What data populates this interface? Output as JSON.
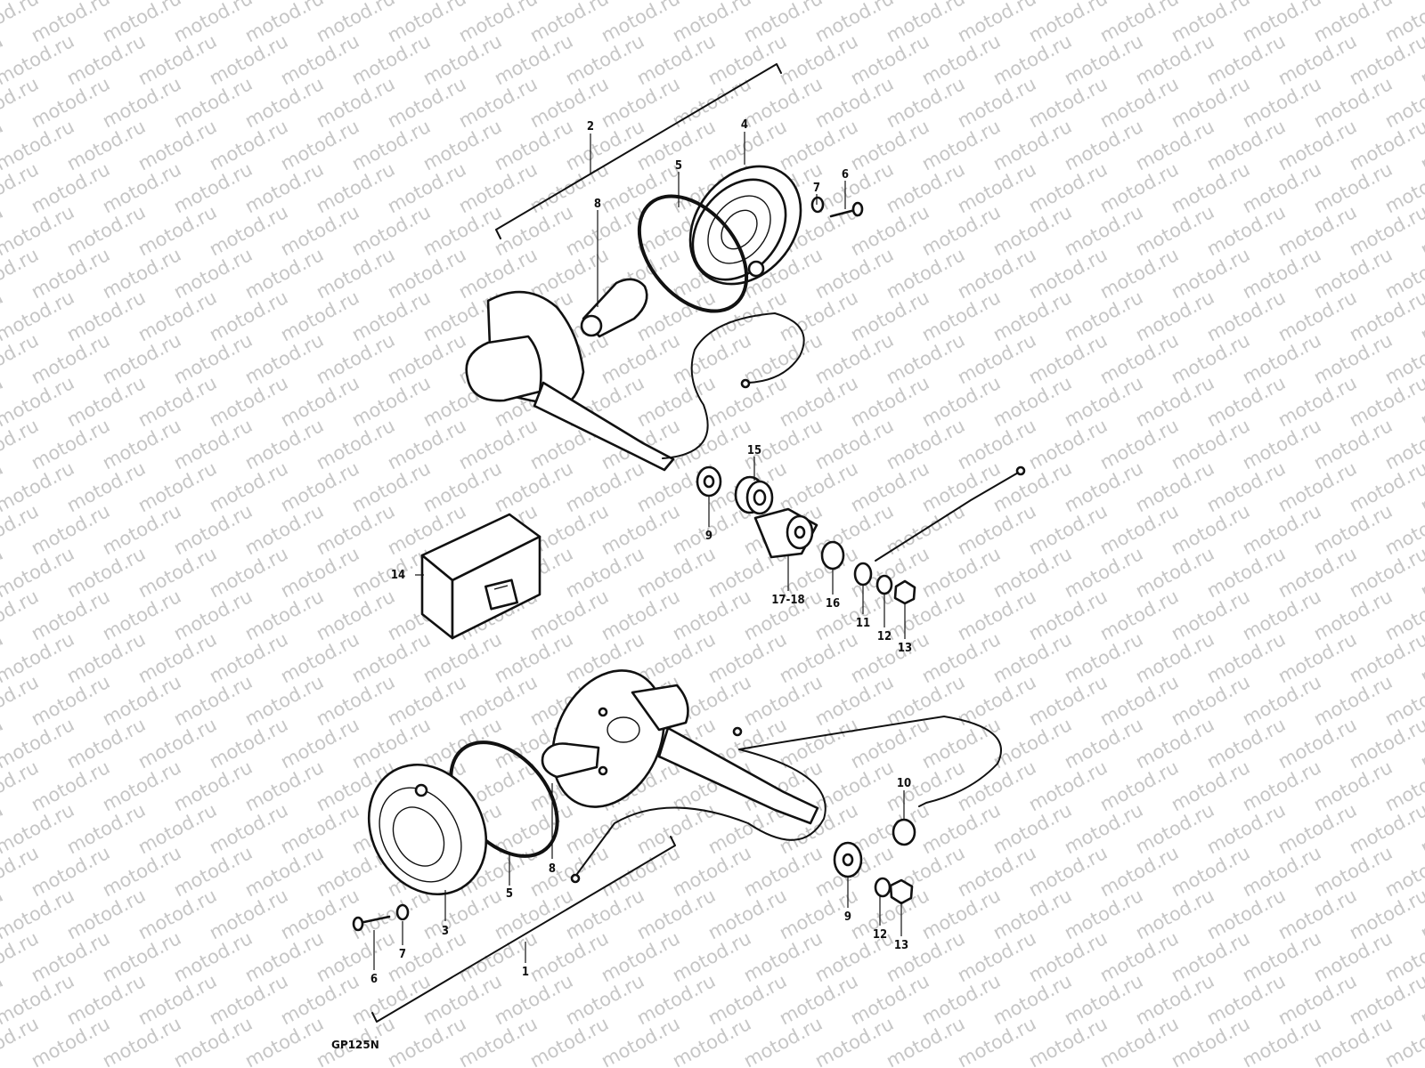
{
  "watermark": {
    "text": "motod.ru",
    "color": "#c6c6c6"
  },
  "diagram_code": "GP125N",
  "callouts": {
    "c1": "1",
    "c2": "2",
    "c3": "3",
    "c4": "4",
    "c5a": "5",
    "c5b": "5",
    "c6a": "6",
    "c6b": "6",
    "c7a": "7",
    "c7b": "7",
    "c8a": "8",
    "c8b": "8",
    "c9a": "9",
    "c9b": "9",
    "c10": "10",
    "c11": "11",
    "c12a": "12",
    "c12b": "12",
    "c13a": "13",
    "c13b": "13",
    "c14": "14",
    "c15": "15",
    "c16": "16",
    "c1718": "17-18"
  },
  "colors": {
    "ink": "#111111",
    "background": "#ffffff"
  }
}
